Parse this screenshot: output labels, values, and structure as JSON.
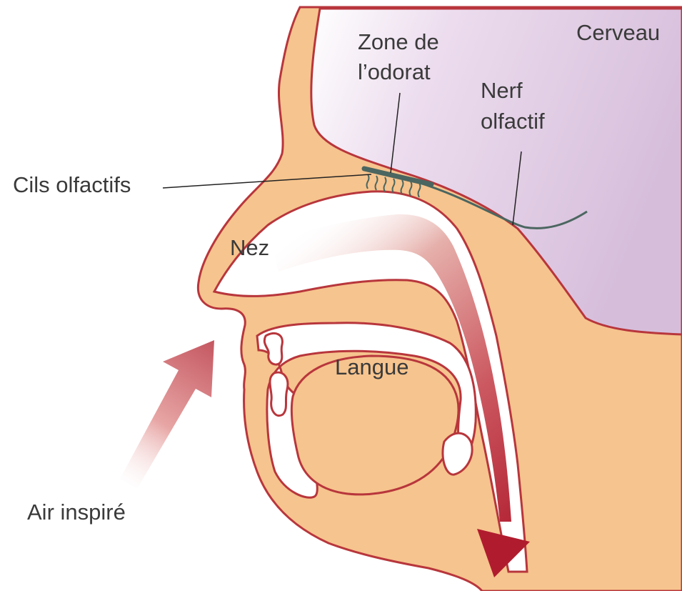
{
  "labels": {
    "brain": "Cerveau",
    "smell_zone_line1": "Zone de",
    "smell_zone_line2": "l’odorat",
    "olfactory_nerve_line1": "Nerf",
    "olfactory_nerve_line2": "olfactif",
    "olfactory_cilia": "Cils olfactifs",
    "nose": "Nez",
    "tongue": "Langue",
    "inhaled_air": "Air inspiré"
  },
  "colors": {
    "tissue": "#f6c48e",
    "outline": "#b8363c",
    "brain": "#d9c0dc",
    "air_flow": "#b42032",
    "nerve": "#4b6660",
    "label_text": "#3a3a3a"
  }
}
